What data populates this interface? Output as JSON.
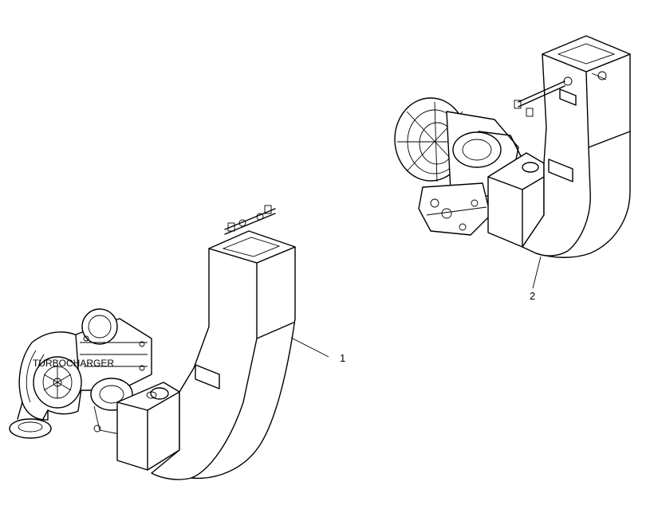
{
  "diagram": {
    "component_label": "TURBOCHARGER",
    "callouts": [
      {
        "id": "callout-1",
        "label": "1"
      },
      {
        "id": "callout-2",
        "label": "2"
      }
    ]
  }
}
